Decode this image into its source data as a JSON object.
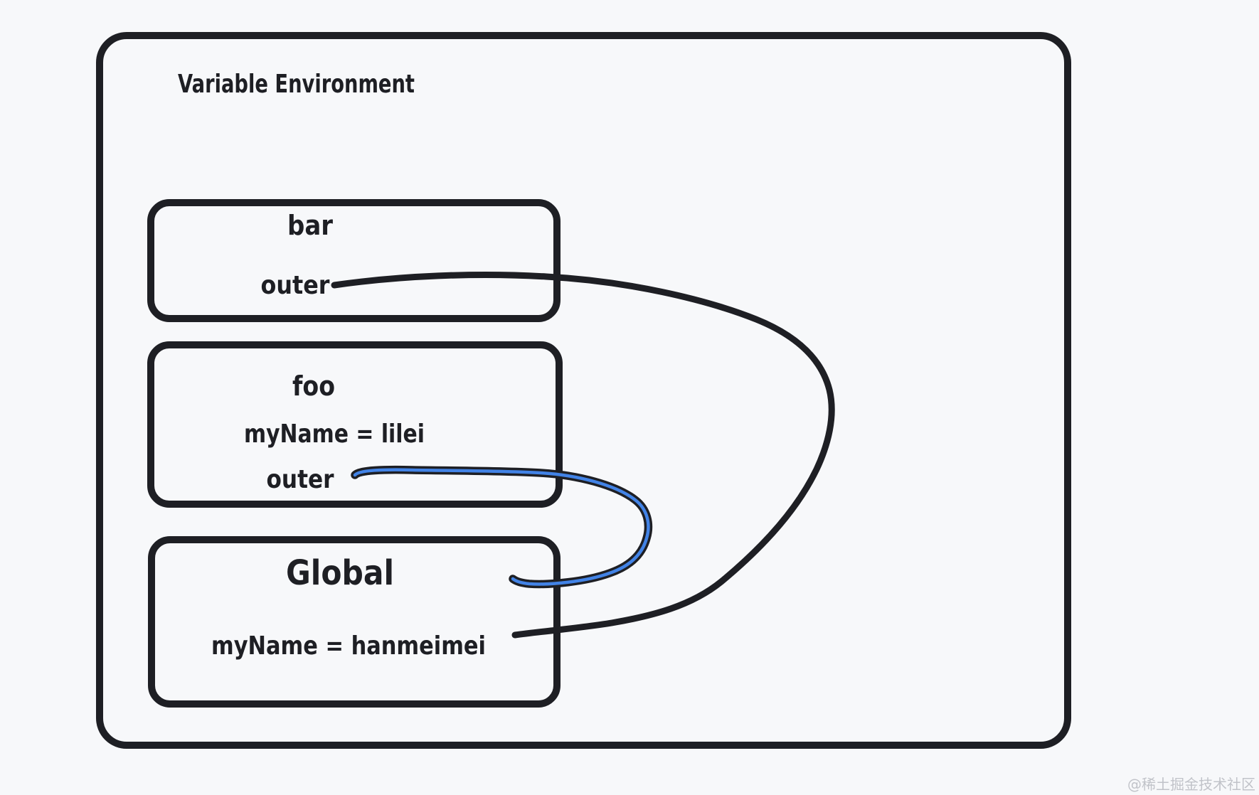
{
  "colors": {
    "background": "#f7f8fa",
    "ink": "#1e1f24",
    "reference_blue": "#4283e6",
    "watermark_gray": "#c1c3c9"
  },
  "diagram": {
    "title": "Variable Environment",
    "frames": {
      "bar": {
        "label": "bar",
        "slots": {
          "outer": "outer"
        }
      },
      "foo": {
        "label": "foo",
        "binding": "myName = lilei",
        "slots": {
          "outer": "outer"
        }
      },
      "global": {
        "label": "Global",
        "binding": "myName = hanmeimei"
      }
    },
    "references": [
      {
        "name": "bar-outer-reference",
        "from": "bar.outer",
        "to": "Global",
        "color_key": "ink"
      },
      {
        "name": "foo-outer-reference",
        "from": "foo.outer",
        "to": "Global",
        "color_key": "reference_blue"
      }
    ]
  },
  "watermark": {
    "text": "@稀土掘金技术社区"
  }
}
